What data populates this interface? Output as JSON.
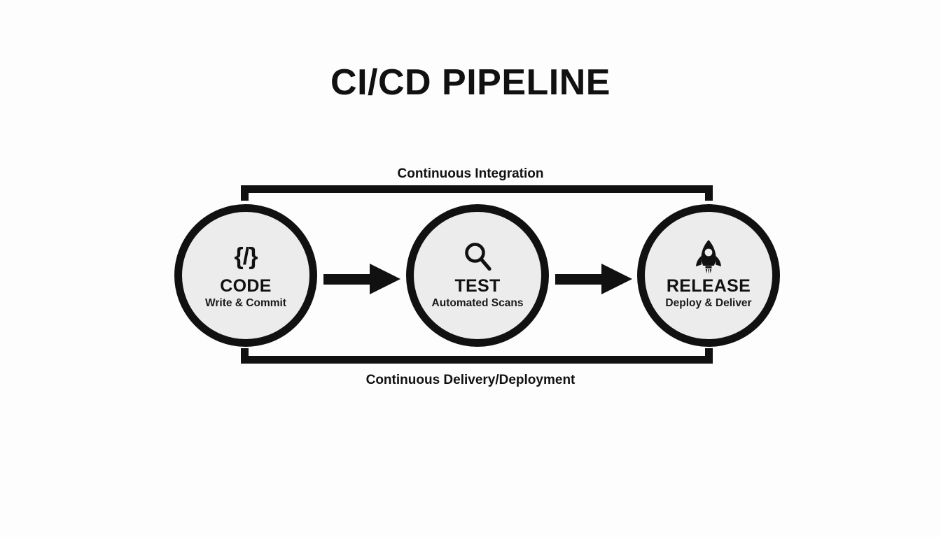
{
  "diagram": {
    "title": "CI/CD PIPELINE",
    "background_color": "#fdfdfd",
    "accent_color": "#111111",
    "node_fill_color": "#ebeceb",
    "loops": {
      "top_label": "Continuous Integration",
      "bottom_label": "Continuous Delivery/Deployment"
    },
    "stages": [
      {
        "id": "code",
        "icon": "code-brackets-icon",
        "icon_glyph": "{/}",
        "title": "CODE",
        "subtitle": "Write & Commit"
      },
      {
        "id": "test",
        "icon": "magnifier-icon",
        "icon_glyph": "",
        "title": "TEST",
        "subtitle": "Automated Scans"
      },
      {
        "id": "release",
        "icon": "rocket-icon",
        "icon_glyph": "",
        "title": "RELEASE",
        "subtitle": "Deploy & Deliver"
      }
    ],
    "connectors": [
      {
        "id": "code-to-test",
        "icon": "arrow-right-icon"
      },
      {
        "id": "test-to-release",
        "icon": "arrow-right-icon"
      }
    ]
  }
}
